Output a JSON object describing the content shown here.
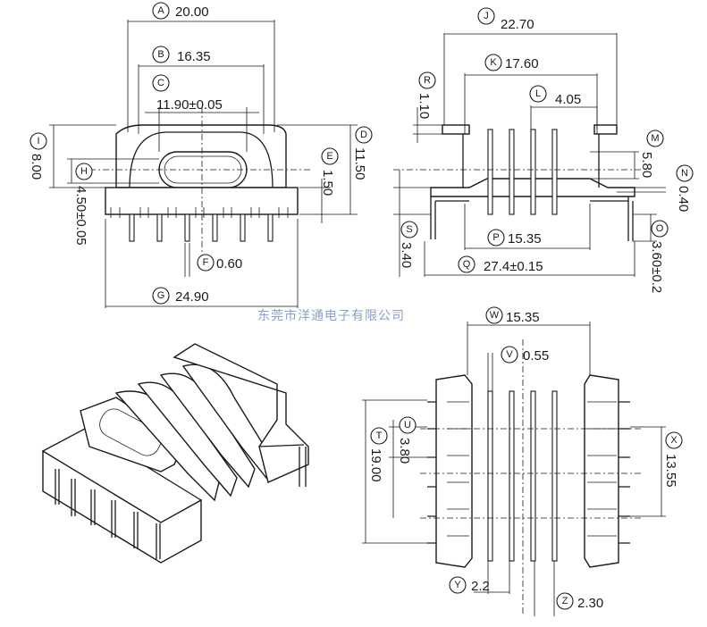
{
  "watermark": "东莞市洋通电子有限公司",
  "dimensions": [
    {
      "id": "A",
      "letter": "A",
      "value": "20.00"
    },
    {
      "id": "B",
      "letter": "B",
      "value": "16.35"
    },
    {
      "id": "C",
      "letter": "C",
      "value": "11.90±0.05"
    },
    {
      "id": "D",
      "letter": "D",
      "value": "11.50"
    },
    {
      "id": "E",
      "letter": "E",
      "value": "1.50"
    },
    {
      "id": "F",
      "letter": "F",
      "value": "0.60"
    },
    {
      "id": "G",
      "letter": "G",
      "value": "24.90"
    },
    {
      "id": "H",
      "letter": "H",
      "value": "4.50±0.05"
    },
    {
      "id": "I",
      "letter": "I",
      "value": "8.00"
    },
    {
      "id": "J",
      "letter": "J",
      "value": "22.70"
    },
    {
      "id": "K",
      "letter": "K",
      "value": "17.60"
    },
    {
      "id": "L",
      "letter": "L",
      "value": "4.05"
    },
    {
      "id": "M",
      "letter": "M",
      "value": "5.80"
    },
    {
      "id": "N",
      "letter": "N",
      "value": "0.40"
    },
    {
      "id": "O",
      "letter": "O",
      "value": "3.60±0.2"
    },
    {
      "id": "P",
      "letter": "P",
      "value": "15.35"
    },
    {
      "id": "Q",
      "letter": "Q",
      "value": "27.4±0.15"
    },
    {
      "id": "R",
      "letter": "R",
      "value": "1.10"
    },
    {
      "id": "S",
      "letter": "S",
      "value": "3.40"
    },
    {
      "id": "T",
      "letter": "T",
      "value": "19.00"
    },
    {
      "id": "U",
      "letter": "U",
      "value": "3.80"
    },
    {
      "id": "V",
      "letter": "V",
      "value": "0.55"
    },
    {
      "id": "W",
      "letter": "W",
      "value": "15.35"
    },
    {
      "id": "X",
      "letter": "X",
      "value": "13.55"
    },
    {
      "id": "Y",
      "letter": "Y",
      "value": "2.2"
    },
    {
      "id": "Z",
      "letter": "Z",
      "value": "2.30"
    }
  ]
}
